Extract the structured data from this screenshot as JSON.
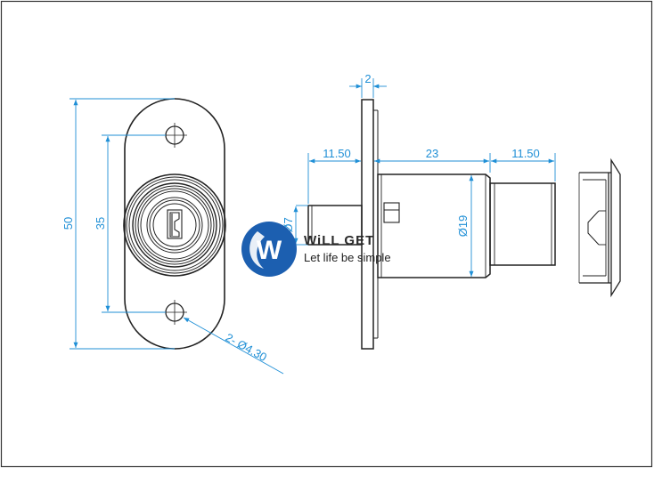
{
  "colors": {
    "outline": "#222222",
    "dimension": "#1f8fd6",
    "logo_blue": "#1c5fb0",
    "logo_dark": "#2a2a2a"
  },
  "dimensions": {
    "overall_height": "50",
    "hole_spacing": "35",
    "hole_callout": "2- Ø4.30",
    "plate_thickness": "2",
    "pin_length": "11.50",
    "body_length": "23",
    "tail_length": "11.50",
    "pin_diameter": "Ø7",
    "body_diameter": "Ø19"
  },
  "logo": {
    "name": "WiLL GET",
    "tagline": "Let life be simple",
    "mark_letter": "W"
  }
}
